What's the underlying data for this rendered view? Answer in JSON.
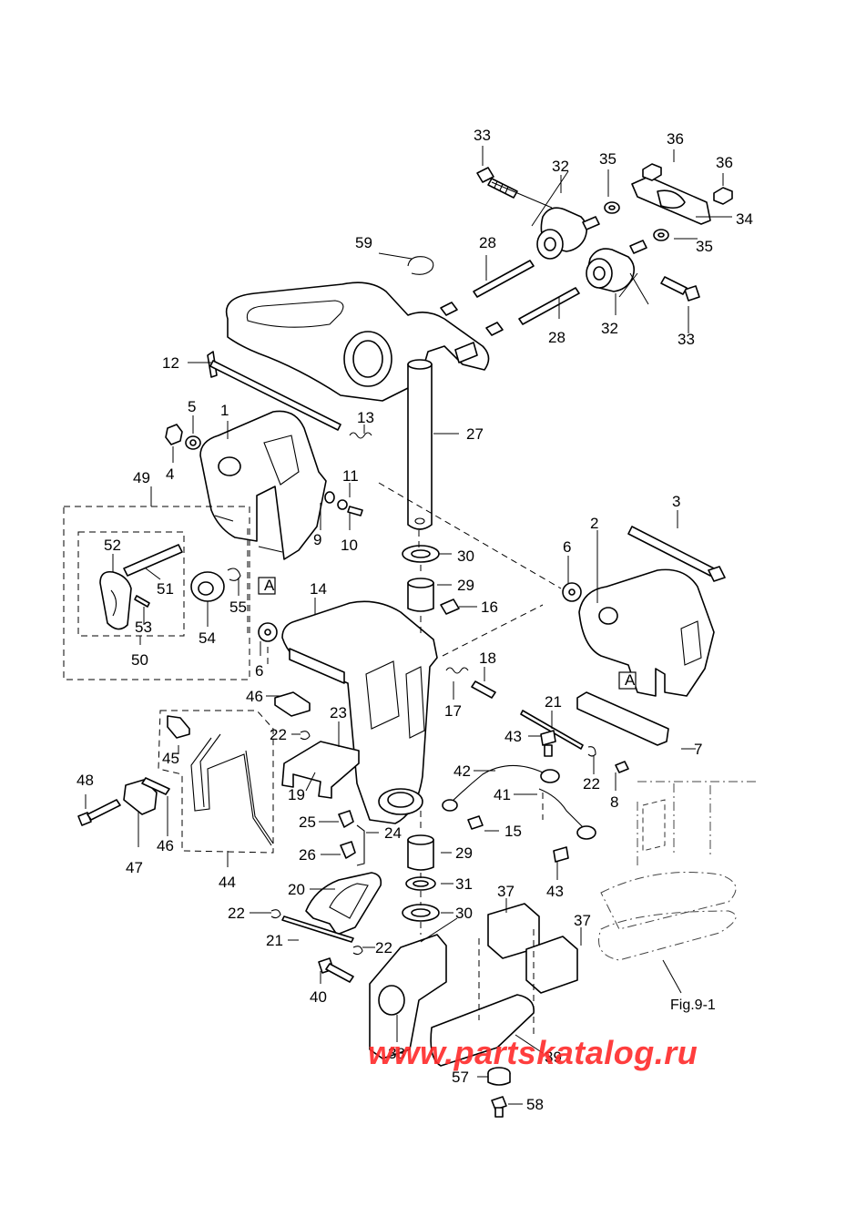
{
  "figure_label": "Fig.9-1",
  "watermark": "www.partskatalog.ru",
  "section_marker": "A",
  "callouts": [
    {
      "id": "c1",
      "text": "1"
    },
    {
      "id": "c2",
      "text": "2"
    },
    {
      "id": "c3",
      "text": "3"
    },
    {
      "id": "c4",
      "text": "4"
    },
    {
      "id": "c5",
      "text": "5"
    },
    {
      "id": "c6a",
      "text": "6"
    },
    {
      "id": "c6b",
      "text": "6"
    },
    {
      "id": "c7",
      "text": "7"
    },
    {
      "id": "c8",
      "text": "8"
    },
    {
      "id": "c9",
      "text": "9"
    },
    {
      "id": "c10",
      "text": "10"
    },
    {
      "id": "c11",
      "text": "11"
    },
    {
      "id": "c12",
      "text": "12"
    },
    {
      "id": "c13",
      "text": "13"
    },
    {
      "id": "c14",
      "text": "14"
    },
    {
      "id": "c15",
      "text": "15"
    },
    {
      "id": "c16",
      "text": "16"
    },
    {
      "id": "c17",
      "text": "17"
    },
    {
      "id": "c18",
      "text": "18"
    },
    {
      "id": "c19",
      "text": "19"
    },
    {
      "id": "c20",
      "text": "20"
    },
    {
      "id": "c21a",
      "text": "21"
    },
    {
      "id": "c21b",
      "text": "21"
    },
    {
      "id": "c22a",
      "text": "22"
    },
    {
      "id": "c22b",
      "text": "22"
    },
    {
      "id": "c22c",
      "text": "22"
    },
    {
      "id": "c22d",
      "text": "22"
    },
    {
      "id": "c23",
      "text": "23"
    },
    {
      "id": "c24",
      "text": "24"
    },
    {
      "id": "c25",
      "text": "25"
    },
    {
      "id": "c26",
      "text": "26"
    },
    {
      "id": "c27",
      "text": "27"
    },
    {
      "id": "c28a",
      "text": "28"
    },
    {
      "id": "c28b",
      "text": "28"
    },
    {
      "id": "c29a",
      "text": "29"
    },
    {
      "id": "c29b",
      "text": "29"
    },
    {
      "id": "c30a",
      "text": "30"
    },
    {
      "id": "c30b",
      "text": "30"
    },
    {
      "id": "c31",
      "text": "31"
    },
    {
      "id": "c32a",
      "text": "32"
    },
    {
      "id": "c32b",
      "text": "32"
    },
    {
      "id": "c33a",
      "text": "33"
    },
    {
      "id": "c33b",
      "text": "33"
    },
    {
      "id": "c34",
      "text": "34"
    },
    {
      "id": "c35a",
      "text": "35"
    },
    {
      "id": "c35b",
      "text": "35"
    },
    {
      "id": "c36a",
      "text": "36"
    },
    {
      "id": "c36b",
      "text": "36"
    },
    {
      "id": "c37a",
      "text": "37"
    },
    {
      "id": "c37b",
      "text": "37"
    },
    {
      "id": "c38",
      "text": "38"
    },
    {
      "id": "c39",
      "text": "39"
    },
    {
      "id": "c40",
      "text": "40"
    },
    {
      "id": "c41",
      "text": "41"
    },
    {
      "id": "c42",
      "text": "42"
    },
    {
      "id": "c43a",
      "text": "43"
    },
    {
      "id": "c43b",
      "text": "43"
    },
    {
      "id": "c44",
      "text": "44"
    },
    {
      "id": "c45",
      "text": "45"
    },
    {
      "id": "c46a",
      "text": "46"
    },
    {
      "id": "c46b",
      "text": "46"
    },
    {
      "id": "c47",
      "text": "47"
    },
    {
      "id": "c48",
      "text": "48"
    },
    {
      "id": "c49",
      "text": "49"
    },
    {
      "id": "c50",
      "text": "50"
    },
    {
      "id": "c51",
      "text": "51"
    },
    {
      "id": "c52",
      "text": "52"
    },
    {
      "id": "c53",
      "text": "53"
    },
    {
      "id": "c54",
      "text": "54"
    },
    {
      "id": "c55",
      "text": "55"
    },
    {
      "id": "c57",
      "text": "57"
    },
    {
      "id": "c58",
      "text": "58"
    },
    {
      "id": "c59",
      "text": "59"
    }
  ]
}
